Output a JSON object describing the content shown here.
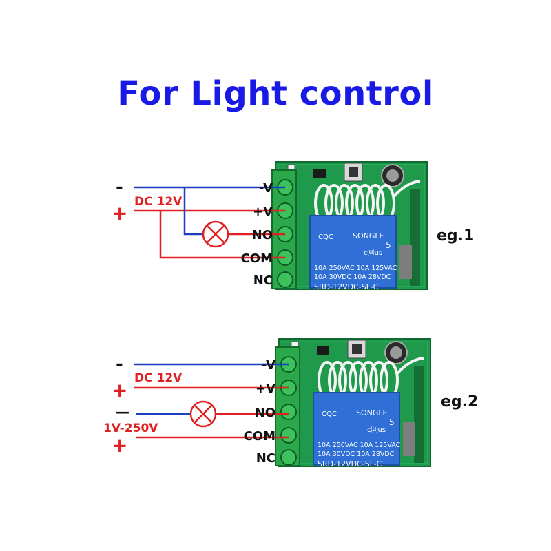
{
  "title": "For Light control",
  "pin_labels": [
    "-V",
    "+V",
    "NO",
    "COM",
    "NC"
  ],
  "relay": {
    "brand": "SONGLE",
    "rating_line1": "10A 250VAC  10A 125VAC",
    "rating_line2": "10A  30VDC  10A  28VDC",
    "model": "SRD-12VDC-SL-C",
    "cqc": "CQC",
    "ul_mark": "c⒰us",
    "num": "5"
  },
  "examples": [
    {
      "label": "eg.1",
      "power_minus": "-",
      "power_plus": "+",
      "power_label": "DC 12V"
    },
    {
      "label": "eg.2",
      "power_minus": "-",
      "power_plus": "+",
      "power_label": "DC 12V",
      "load_minus": "—",
      "load_plus": "+",
      "load_label": "1V-250V"
    }
  ],
  "colors": {
    "title": "#1a1ae6",
    "wire_negative": "#1c3fc0",
    "wire_positive": "#e02020",
    "pcb": "#1f9a4c",
    "relay": "#2f6fd6",
    "terminal": "#2aa84a"
  }
}
